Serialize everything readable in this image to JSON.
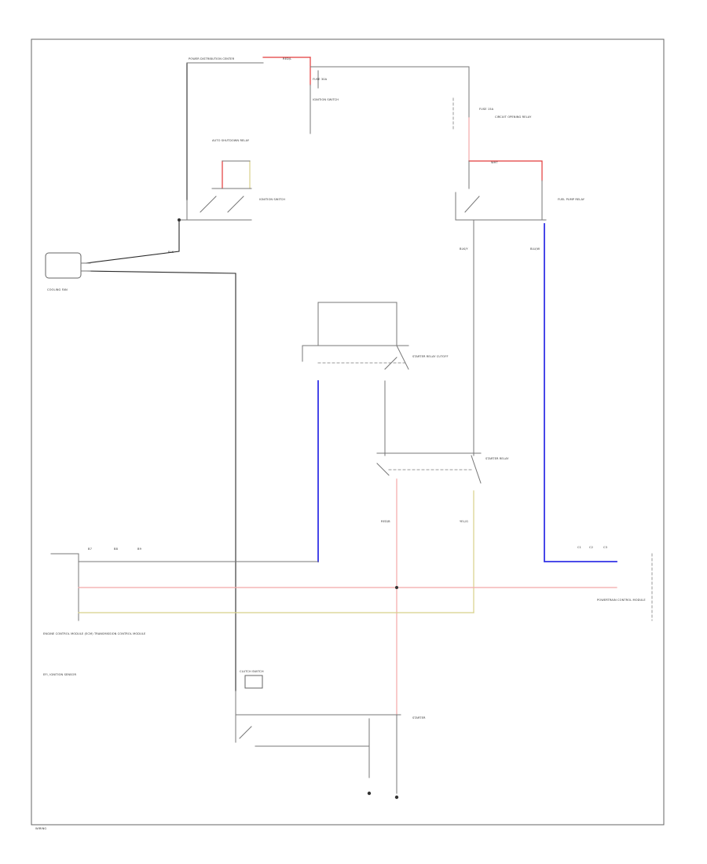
{
  "diagram": {
    "labels": {
      "fuse_box_top": "POWER DISTRIBUTION CENTER",
      "fuse_top": "FUSE 30A",
      "ignition_sw": "IGNITION SWITCH",
      "fuse_right": "FUSE 15A",
      "relay_top_left": "AUTO SHUTDOWN RELAY",
      "relay_top_left2": "IGNITION SWITCH",
      "relay_top_right": "FUEL PUMP RELAY",
      "relay_right_desc": "CIRCUIT OPENING RELAY",
      "resistor_label": "COOLING FAN",
      "starter_relay_a": "STARTER RELAY CUTOFF",
      "starter_relay_b": "STARTER RELAY",
      "ecm_label": "ENGINE CONTROL MODULE (ECM) TRANSMISSION CONTROL MODULE",
      "ecm_label2": "EFI, IGNITION SENSOR",
      "right_conn": "POWERTRAIN CONTROL MODULE",
      "bottom_relay": "CLUTCH SWITCH",
      "starter": "STARTER",
      "footer": "WIRING"
    },
    "wires": {
      "w1": "RED/L",
      "w2": "BLK",
      "w3": "BLK/Y",
      "w4": "BLU/W",
      "w5": "RED/B",
      "w6": "YEL/G",
      "w7": "WHT"
    },
    "pins": {
      "p1": "B7",
      "p2": "B8",
      "p3": "B9",
      "p4": "C1",
      "p5": "C2",
      "p6": "C3"
    }
  }
}
